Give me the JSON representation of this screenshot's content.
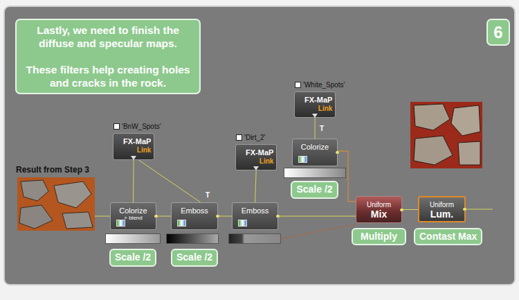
{
  "diagram": {
    "nodes": [
      {
        "text": [
          "Lastly, we need to finish the diffuse and specular maps.",
          "These filters help creating holes and cracks in the rock."
        ]
      },
      {
        "text": [
          "6"
        ]
      },
      {
        "text": [
          "'White_Spots'",
          "FX-MaP",
          "Link"
        ]
      },
      {
        "text": [
          "'BnW_Spots'",
          "FX-MaP",
          "Link"
        ]
      },
      {
        "text": [
          "'Dirt_2'",
          "FX-MaP",
          "Link"
        ]
      },
      {
        "text": [
          "Colorize"
        ]
      },
      {
        "text": [
          "Scale /2"
        ]
      },
      {
        "text": [
          "Colorize",
          "+ blend"
        ]
      },
      {
        "text": [
          "Emboss"
        ]
      },
      {
        "text": [
          "Emboss"
        ]
      },
      {
        "text": [
          "Uniform",
          "Mix"
        ]
      },
      {
        "text": [
          "Uniform",
          "Lum."
        ]
      },
      {
        "text": [
          "Multiply"
        ]
      },
      {
        "text": [
          "Contast Max"
        ]
      },
      {
        "text": [
          "Scale /2"
        ]
      },
      {
        "text": [
          "Scale /2"
        ]
      }
    ],
    "edges": [
      {
        "from": 3,
        "to": 7,
        "arrow": "none"
      },
      {
        "from": 3,
        "to": 8,
        "arrow": "none"
      },
      {
        "from": 7,
        "to": 8,
        "arrow": "none"
      },
      {
        "from": 8,
        "to": 9,
        "arrow": "none"
      },
      {
        "from": 4,
        "to": 9,
        "arrow": "none"
      },
      {
        "from": 9,
        "to": 10,
        "arrow": "none"
      },
      {
        "from": 2,
        "to": 5,
        "arrow": "none"
      },
      {
        "from": 5,
        "to": 10,
        "arrow": "none"
      },
      {
        "from": 10,
        "to": 11,
        "arrow": "none"
      }
    ],
    "labels": [
      "Result from Step 3",
      "T",
      "T"
    ]
  }
}
